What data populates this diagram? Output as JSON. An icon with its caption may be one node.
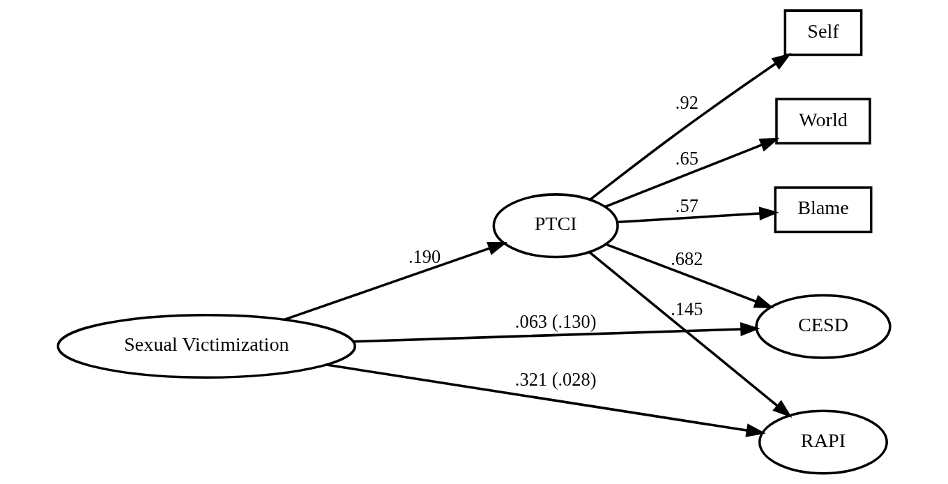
{
  "diagram": {
    "nodes": [
      {
        "text": [
          "Sexual Victimization"
        ]
      },
      {
        "text": [
          "PTCI"
        ]
      },
      {
        "text": [
          "Self"
        ]
      },
      {
        "text": [
          "World"
        ]
      },
      {
        "text": [
          "Blame"
        ]
      },
      {
        "text": [
          "CESD"
        ]
      },
      {
        "text": [
          "RAPI"
        ]
      }
    ],
    "edges": [
      {
        "from": 0,
        "to": 5,
        "arrow": "to",
        "label": ".063 (.130)"
      },
      {
        "from": 0,
        "to": 1,
        "arrow": "to",
        "label": ".190"
      },
      {
        "from": 1,
        "to": 2,
        "arrow": "to",
        "label": ".92"
      },
      {
        "from": 1,
        "to": 3,
        "arrow": "to",
        "label": ".65"
      },
      {
        "from": 1,
        "to": 4,
        "arrow": "to",
        "label": ".57"
      },
      {
        "from": 1,
        "to": 5,
        "arrow": "to",
        "label": ".682"
      },
      {
        "from": 1,
        "to": 6,
        "arrow": "to",
        "label": ".145"
      },
      {
        "from": 0,
        "to": 6,
        "arrow": "to",
        "label": ".321 (.028)"
      }
    ]
  }
}
